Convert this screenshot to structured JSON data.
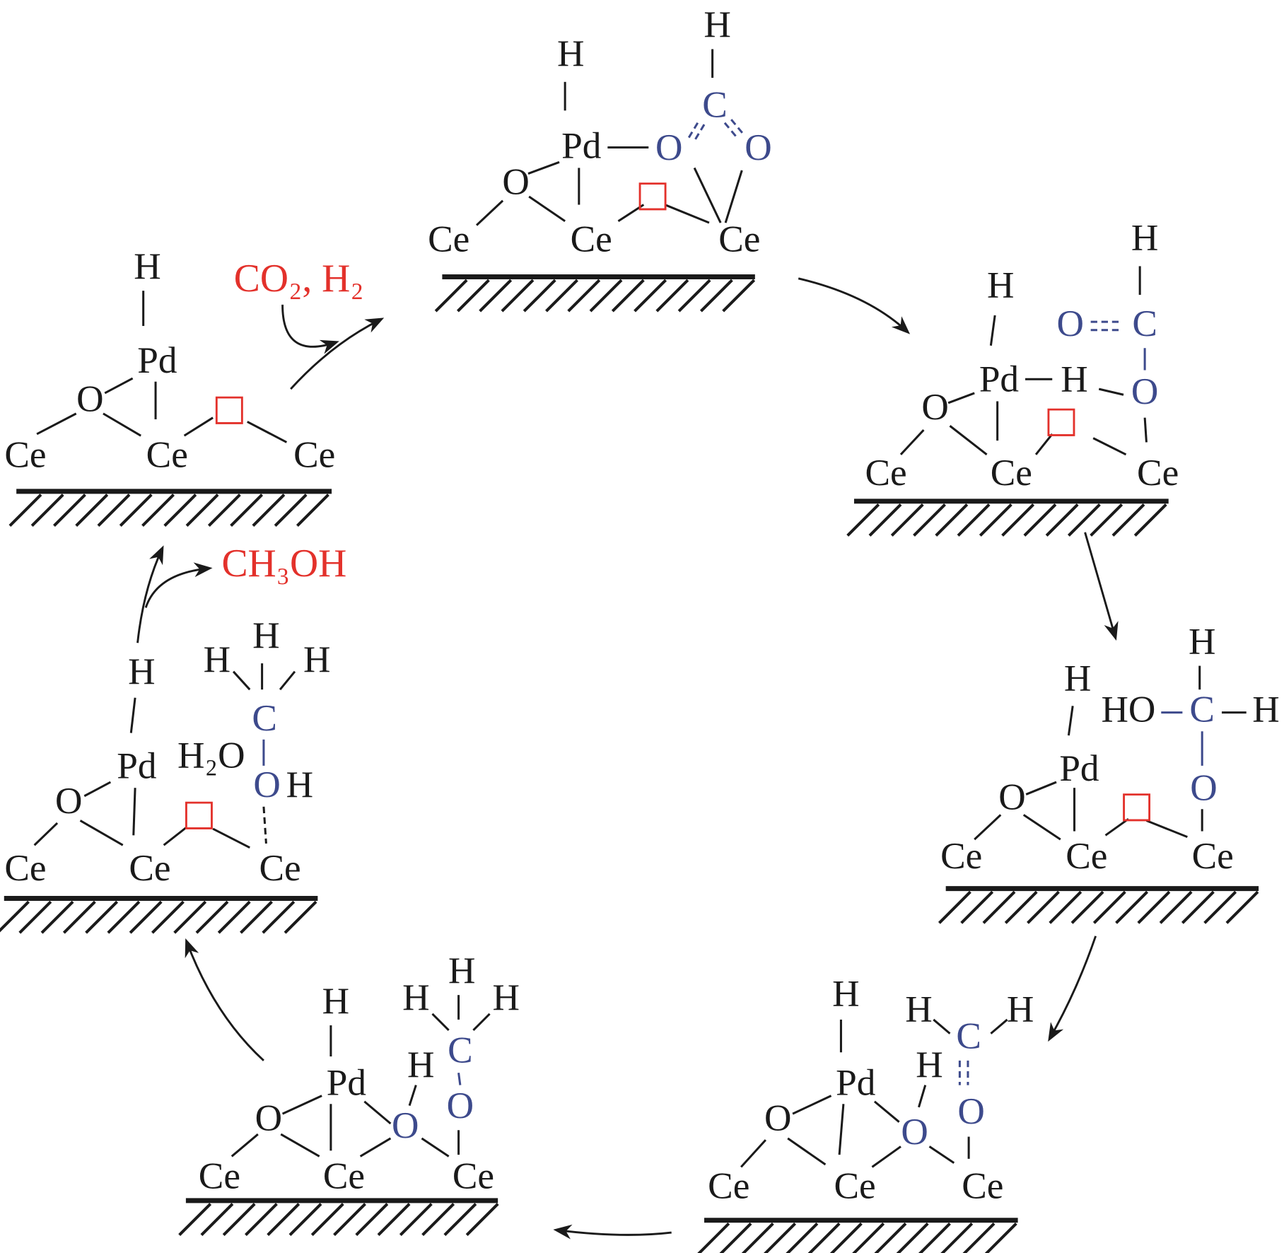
{
  "colors": {
    "black": "#1a1a1a",
    "blue": "#3d4a8c",
    "red": "#e3312b"
  },
  "labels": {
    "reactants": "CO₂, H₂",
    "product": "CH₃OH"
  },
  "structures": [
    {
      "name": "formate-bidentate",
      "atoms": [
        {
          "t": "H",
          "c": "black"
        },
        {
          "t": "H",
          "c": "black"
        },
        {
          "t": "C",
          "c": "blue"
        },
        {
          "t": "Pd",
          "c": "black"
        },
        {
          "t": "O",
          "c": "blue"
        },
        {
          "t": "O",
          "c": "blue"
        },
        {
          "t": "O",
          "c": "black"
        },
        {
          "t": "□",
          "c": "red"
        },
        {
          "t": "Ce",
          "c": "black"
        },
        {
          "t": "Ce",
          "c": "black"
        },
        {
          "t": "Ce",
          "c": "black"
        }
      ]
    },
    {
      "name": "formate-monodentate",
      "atoms": [
        {
          "t": "H",
          "c": "black"
        },
        {
          "t": "H",
          "c": "black"
        },
        {
          "t": "O",
          "c": "blue"
        },
        {
          "t": "C",
          "c": "blue"
        },
        {
          "t": "Pd",
          "c": "black"
        },
        {
          "t": "H",
          "c": "black"
        },
        {
          "t": "O",
          "c": "blue"
        },
        {
          "t": "O",
          "c": "black"
        },
        {
          "t": "□",
          "c": "red"
        },
        {
          "t": "Ce",
          "c": "black"
        },
        {
          "t": "Ce",
          "c": "black"
        },
        {
          "t": "Ce",
          "c": "black"
        }
      ]
    },
    {
      "name": "hydroxymethoxy",
      "atoms": [
        {
          "t": "H",
          "c": "black"
        },
        {
          "t": "H",
          "c": "black"
        },
        {
          "t": "HO",
          "c": "black"
        },
        {
          "t": "C",
          "c": "blue"
        },
        {
          "t": "H",
          "c": "black"
        },
        {
          "t": "Pd",
          "c": "black"
        },
        {
          "t": "O",
          "c": "blue"
        },
        {
          "t": "O",
          "c": "black"
        },
        {
          "t": "□",
          "c": "red"
        },
        {
          "t": "Ce",
          "c": "black"
        },
        {
          "t": "Ce",
          "c": "black"
        },
        {
          "t": "Ce",
          "c": "black"
        }
      ]
    },
    {
      "name": "formaldehyde-hydroxyl",
      "atoms": [
        {
          "t": "H",
          "c": "black"
        },
        {
          "t": "H",
          "c": "black"
        },
        {
          "t": "C",
          "c": "blue"
        },
        {
          "t": "H",
          "c": "black"
        },
        {
          "t": "H",
          "c": "black"
        },
        {
          "t": "Pd",
          "c": "black"
        },
        {
          "t": "O",
          "c": "blue"
        },
        {
          "t": "O",
          "c": "blue"
        },
        {
          "t": "O",
          "c": "black"
        },
        {
          "t": "Ce",
          "c": "black"
        },
        {
          "t": "Ce",
          "c": "black"
        },
        {
          "t": "Ce",
          "c": "black"
        }
      ]
    },
    {
      "name": "methoxy-hydroxyl",
      "atoms": [
        {
          "t": "H",
          "c": "black"
        },
        {
          "t": "H",
          "c": "black"
        },
        {
          "t": "H",
          "c": "black"
        },
        {
          "t": "H",
          "c": "black"
        },
        {
          "t": "H",
          "c": "black"
        },
        {
          "t": "C",
          "c": "blue"
        },
        {
          "t": "Pd",
          "c": "black"
        },
        {
          "t": "O",
          "c": "blue"
        },
        {
          "t": "O",
          "c": "blue"
        },
        {
          "t": "O",
          "c": "black"
        },
        {
          "t": "Ce",
          "c": "black"
        },
        {
          "t": "Ce",
          "c": "black"
        },
        {
          "t": "Ce",
          "c": "black"
        }
      ]
    },
    {
      "name": "methanol-water",
      "atoms": [
        {
          "t": "H",
          "c": "black"
        },
        {
          "t": "H",
          "c": "black"
        },
        {
          "t": "H",
          "c": "black"
        },
        {
          "t": "H",
          "c": "black"
        },
        {
          "t": "C",
          "c": "blue"
        },
        {
          "t": "Pd",
          "c": "black"
        },
        {
          "t": "H₂O",
          "c": "black"
        },
        {
          "t": "O",
          "c": "blue"
        },
        {
          "t": "H",
          "c": "black"
        },
        {
          "t": "O",
          "c": "black"
        },
        {
          "t": "□",
          "c": "red"
        },
        {
          "t": "Ce",
          "c": "black"
        },
        {
          "t": "Ce",
          "c": "black"
        },
        {
          "t": "Ce",
          "c": "black"
        }
      ]
    },
    {
      "name": "pd-hydride-vacancy",
      "atoms": [
        {
          "t": "H",
          "c": "black"
        },
        {
          "t": "Pd",
          "c": "black"
        },
        {
          "t": "O",
          "c": "black"
        },
        {
          "t": "□",
          "c": "red"
        },
        {
          "t": "Ce",
          "c": "black"
        },
        {
          "t": "Ce",
          "c": "black"
        },
        {
          "t": "Ce",
          "c": "black"
        }
      ]
    }
  ]
}
